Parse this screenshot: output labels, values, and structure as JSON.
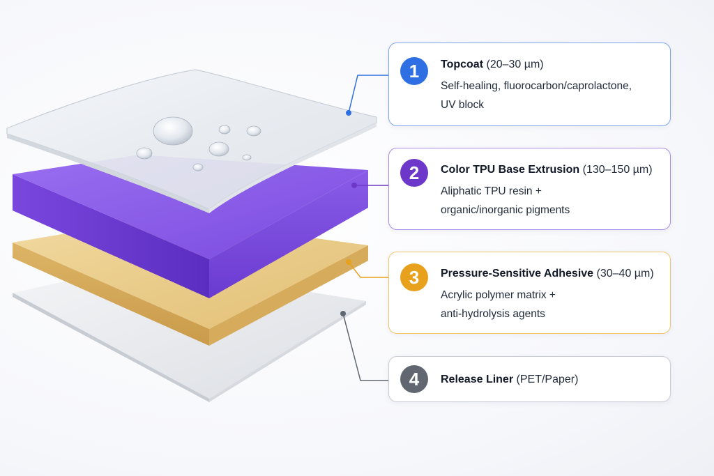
{
  "layers": [
    {
      "number": "1",
      "name": "Topcoat",
      "thickness": "(20–30 µm)",
      "description_lines": [
        "Self-healing, fluorocarbon/caprolactone,",
        "UV block"
      ],
      "color": "#2f6fe4"
    },
    {
      "number": "2",
      "name": "Color TPU Base Extrusion",
      "thickness": "(130–150 µm)",
      "description_lines": [
        "Aliphatic TPU resin +",
        "organic/inorganic pigments"
      ],
      "color": "#6d38c9"
    },
    {
      "number": "3",
      "name": "Pressure-Sensitive Adhesive",
      "thickness": "(30–40 µm)",
      "description_lines": [
        "Acrylic polymer matrix +",
        "anti-hydrolysis agents"
      ],
      "color": "#e8a11c"
    },
    {
      "number": "4",
      "name": "Release Liner",
      "thickness": "(PET/Paper)",
      "description_lines": [],
      "color": "#616770"
    }
  ]
}
